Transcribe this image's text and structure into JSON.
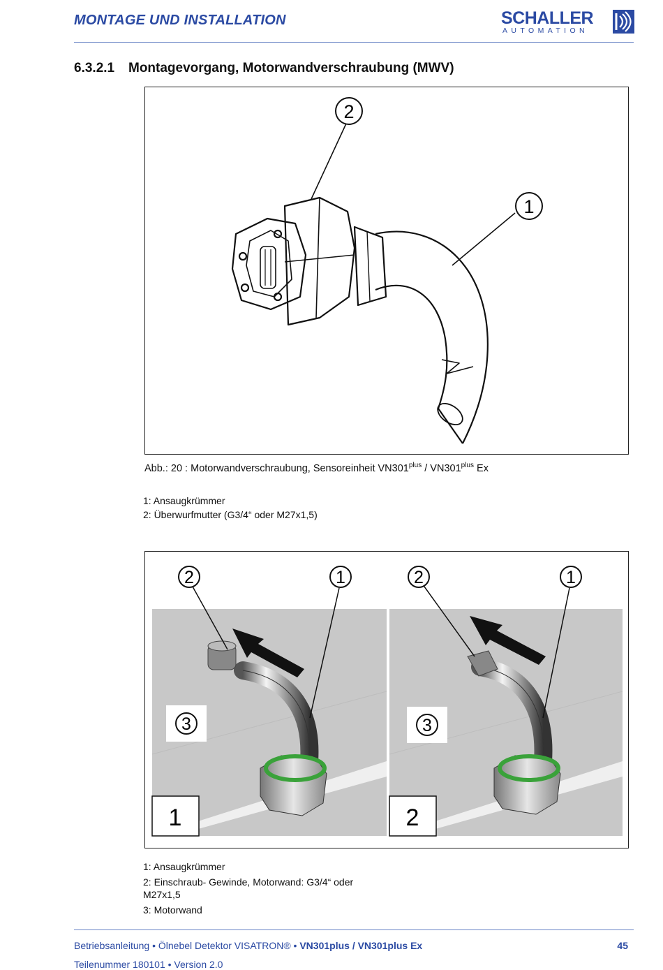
{
  "header": {
    "title": "MONTAGE UND INSTALLATION",
    "logo_word": "SCHALLER",
    "logo_sub": "AUTOMATION"
  },
  "section": {
    "number": "6.3.2.1",
    "title": "Montagevorgang, Motorwandverschraubung (MWV)"
  },
  "figure1": {
    "callouts": [
      "1",
      "2"
    ],
    "caption_prefix": "Abb.: 20 : ",
    "caption_text": "Motorwandverschraubung, Sensoreinheit VN301",
    "caption_sup1": "plus",
    "caption_mid": " / VN301",
    "caption_sup2": "plus",
    "caption_end": " Ex",
    "legend": [
      "1: Ansaugkrümmer",
      "2: Überwurfmutter (G3/4“ oder M27x1,5)"
    ]
  },
  "figure2": {
    "panel_labels": [
      "1",
      "2"
    ],
    "callouts": [
      "1",
      "2",
      "3"
    ],
    "legend": [
      "1: Ansaugkrümmer",
      "2: Einschraub- Gewinde, Motorwand: G3/4“ oder",
      "M27x1,5",
      "3: Motorwand"
    ]
  },
  "footer": {
    "line1_plain": "Betriebsanleitung • Ölnebel Detektor VISATRON® • ",
    "line1_bold": "VN301plus / VN301plus Ex",
    "page_number": "45",
    "line2": "Teilenummer 180101 • Version 2.0"
  },
  "colors": {
    "brand_blue": "#2b4aa3",
    "rule_blue": "#6b86c6",
    "wall_gray": "#c8c8c8",
    "seal_green": "#3aa23a"
  }
}
